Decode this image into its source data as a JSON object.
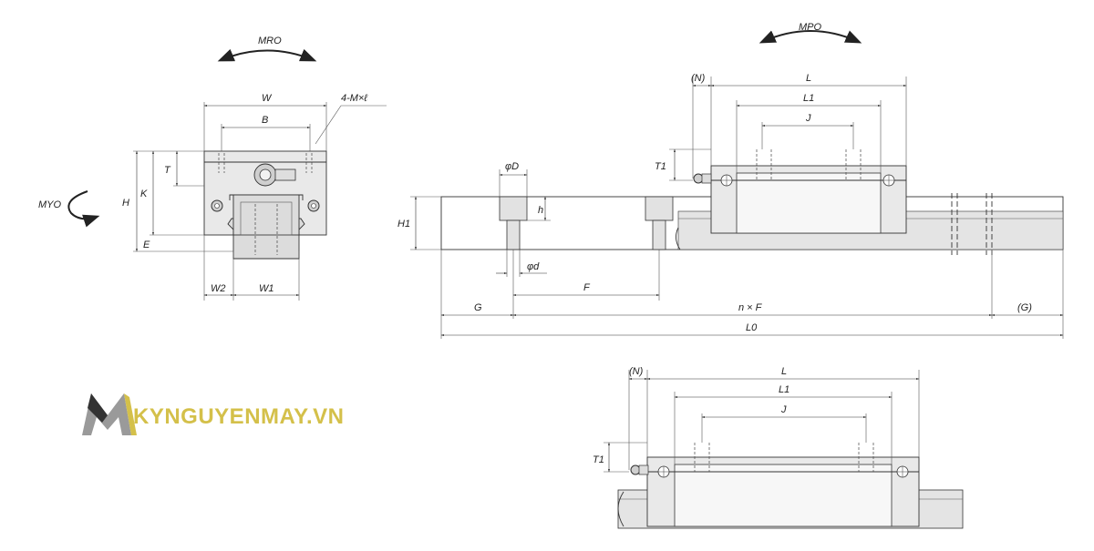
{
  "front_view": {
    "moment_roll": "MRO",
    "moment_yaw": "MYO",
    "dims": {
      "W": "W",
      "B": "B",
      "M": "4-M×ℓ",
      "T": "T",
      "K": "K",
      "H": "H",
      "E": "E",
      "W2": "W2",
      "W1": "W1"
    }
  },
  "side_view": {
    "moment_pitch": "MPO",
    "dims": {
      "N": "(N)",
      "L": "L",
      "L1": "L1",
      "J": "J",
      "T1": "T1",
      "H1": "H1",
      "phiD": "φD",
      "h": "h",
      "phid": "φd",
      "F": "F",
      "G": "G",
      "nF": "n × F",
      "Gp": "(G)",
      "L0": "L0"
    }
  },
  "detail_view": {
    "dims": {
      "N": "(N)",
      "L": "L",
      "L1": "L1",
      "J": "J",
      "T1": "T1"
    }
  },
  "watermark": {
    "text": "KYNGUYENMAY.VN",
    "colors": {
      "gold": "#d4c04a",
      "dark": "#333333",
      "silver": "#9a9a9a"
    }
  }
}
